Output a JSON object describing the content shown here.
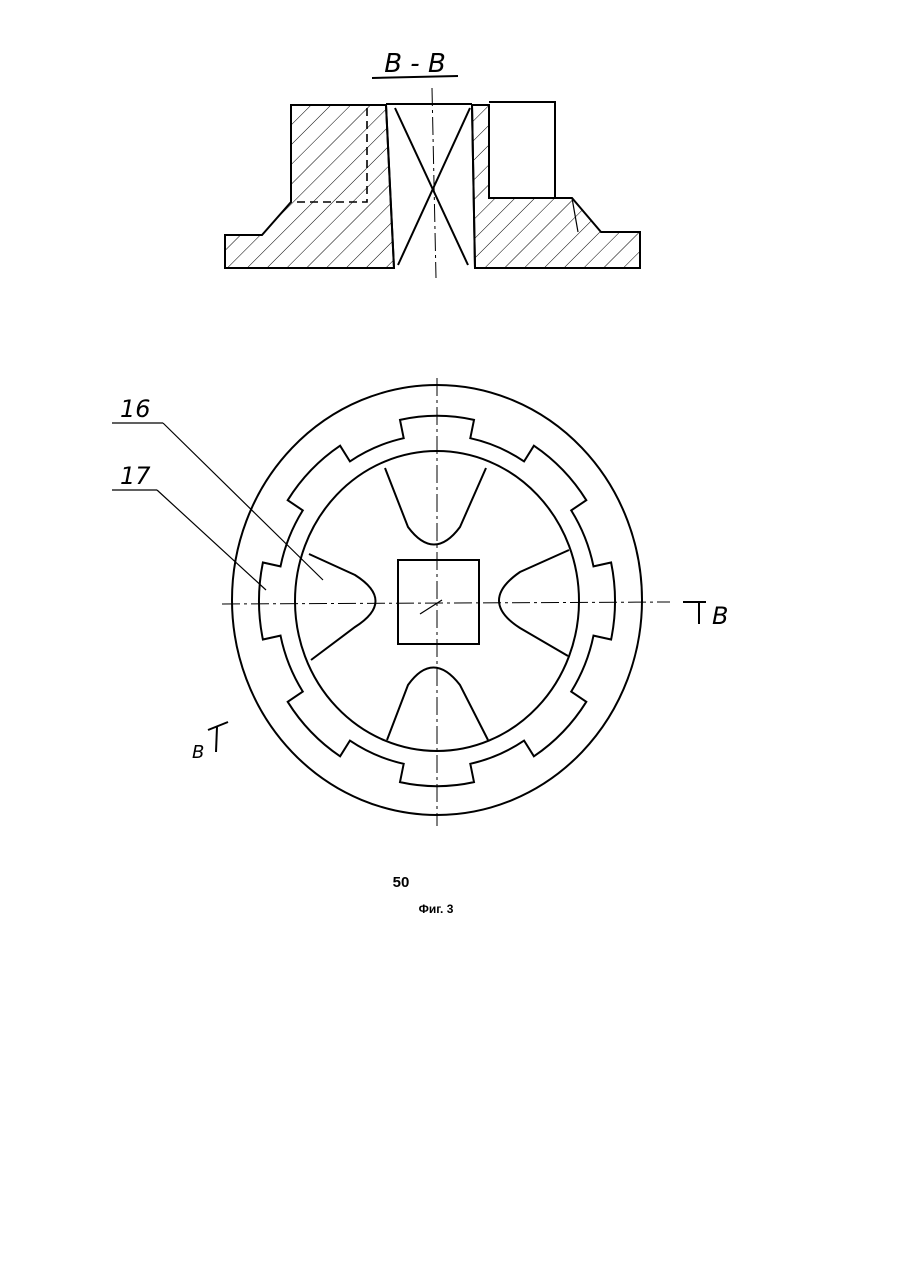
{
  "section": {
    "title": "B - B",
    "marker_right": "B",
    "marker_left": "B"
  },
  "callouts": [
    {
      "label": "16"
    },
    {
      "label": "17"
    }
  ],
  "figure": {
    "number": "50",
    "caption": "Фиг. 3"
  }
}
